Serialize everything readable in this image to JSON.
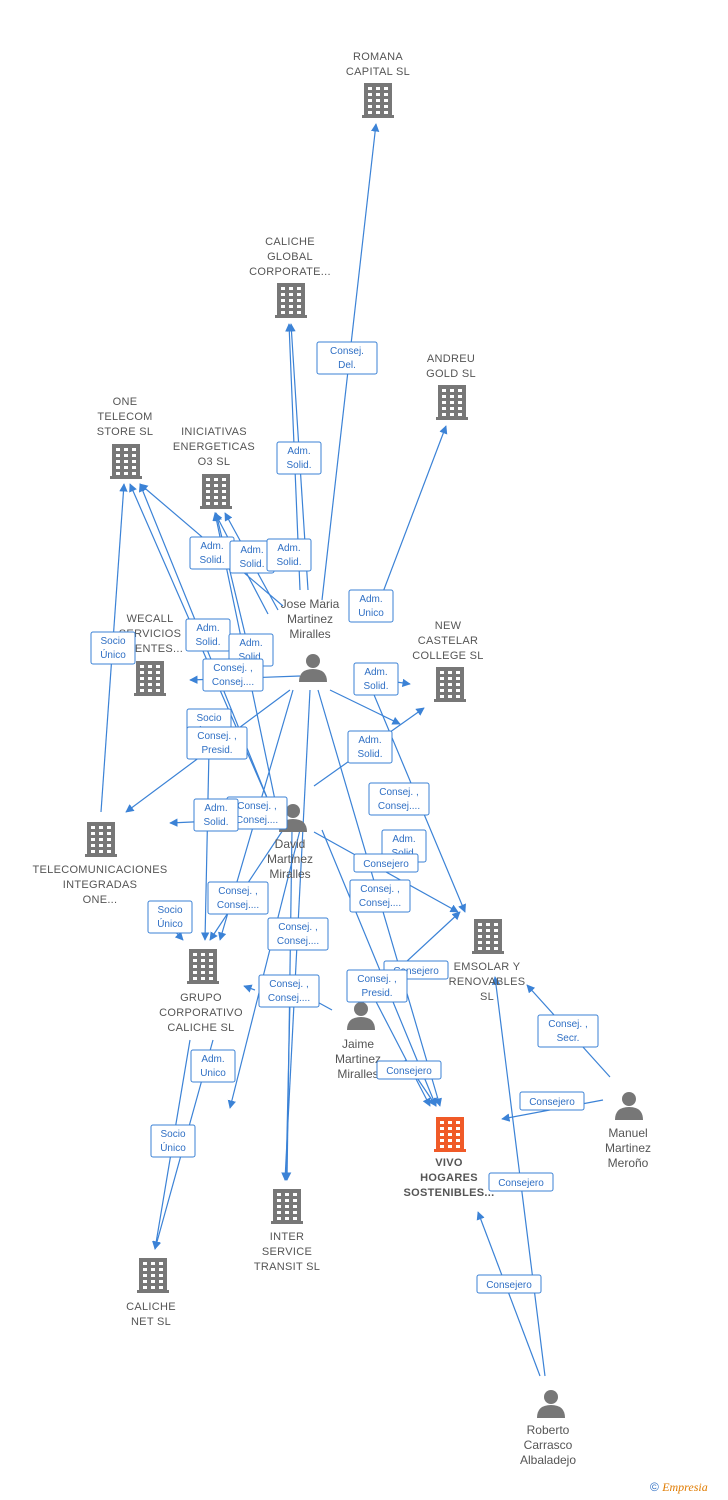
{
  "colors": {
    "edge": "#3b82d6",
    "company": "#777777",
    "highlight": "#f05a28",
    "person": "#777777"
  },
  "companies": [
    {
      "id": "romana",
      "lines": [
        "ROMANA",
        "CAPITAL  SL"
      ]
    },
    {
      "id": "caliche_global",
      "lines": [
        "CALICHE",
        "GLOBAL",
        "CORPORATE..."
      ]
    },
    {
      "id": "andreu",
      "lines": [
        "ANDREU",
        "GOLD SL"
      ]
    },
    {
      "id": "one_telecom",
      "lines": [
        "ONE",
        "TELECOM",
        "STORE  SL"
      ]
    },
    {
      "id": "iniciativas",
      "lines": [
        "INICIATIVAS",
        "ENERGETICAS",
        "O3  SL"
      ]
    },
    {
      "id": "wecall",
      "lines": [
        "WECALL",
        "SERVICIOS",
        "CLIENTES..."
      ]
    },
    {
      "id": "new_castelar",
      "lines": [
        "NEW",
        "CASTELAR",
        "COLLEGE  SL"
      ]
    },
    {
      "id": "telecom_integradas",
      "lines": [
        "TELECOMUNICACIONES",
        "INTEGRADAS",
        "ONE..."
      ]
    },
    {
      "id": "emsolar",
      "lines": [
        "EMSOLAR Y",
        "RENOVABLES",
        "SL"
      ]
    },
    {
      "id": "grupo_caliche",
      "lines": [
        "GRUPO",
        "CORPORATIVO",
        "CALICHE  SL"
      ]
    },
    {
      "id": "vivo",
      "lines": [
        "VIVO",
        "HOGARES",
        "SOSTENIBLES..."
      ],
      "highlight": true
    },
    {
      "id": "inter_service",
      "lines": [
        "INTER",
        "SERVICE",
        "TRANSIT SL"
      ]
    },
    {
      "id": "caliche_net",
      "lines": [
        "CALICHE",
        "NET SL"
      ]
    }
  ],
  "persons": [
    {
      "id": "jose",
      "lines": [
        "Jose Maria",
        "Martinez",
        "Miralles"
      ]
    },
    {
      "id": "david",
      "lines": [
        "David",
        "Martinez",
        "Miralles"
      ]
    },
    {
      "id": "jaime",
      "lines": [
        "Jaime",
        "Martinez",
        "Miralles"
      ]
    },
    {
      "id": "manuel",
      "lines": [
        "Manuel",
        "Martinez",
        "Meroño"
      ]
    },
    {
      "id": "roberto",
      "lines": [
        "Roberto",
        "Carrasco",
        "Albaladejo"
      ]
    }
  ],
  "edge_labels": [
    [
      "Consej.",
      "Del."
    ],
    [
      "Adm.",
      "Solid."
    ],
    [
      "Adm.",
      "Solid."
    ],
    [
      "Adm.",
      "Solid."
    ],
    [
      "Adm.",
      "Solid."
    ],
    [
      "Adm.",
      "Unico"
    ],
    [
      "Socio",
      "Único"
    ],
    [
      "Adm.",
      "Solid."
    ],
    [
      "Adm.",
      "Solid."
    ],
    [
      "Consej. ,",
      "Consej...."
    ],
    [
      "Adm.",
      "Solid."
    ],
    [
      "Socio",
      "Único"
    ],
    [
      "Consej. ,",
      "Presid."
    ],
    [
      "Adm.",
      "Solid."
    ],
    [
      "Consej. ,",
      "Consej...."
    ],
    [
      "Adm.",
      "Solid."
    ],
    [
      "Consej. ,",
      "Consej...."
    ],
    [
      "Adm.",
      "Solid."
    ],
    [
      "Consejero"
    ],
    [
      "Consej. ,",
      "Consej...."
    ],
    [
      "Socio",
      "Único"
    ],
    [
      "Consej. ,",
      "Consej...."
    ],
    [
      "Consej. ,",
      "Consej...."
    ],
    [
      "Consejero"
    ],
    [
      "Consej. ,",
      "Presid."
    ],
    [
      "Consej. ,",
      "Consej...."
    ],
    [
      "Consej. ,",
      "Secr."
    ],
    [
      "Adm.",
      "Unico"
    ],
    [
      "Consejero"
    ],
    [
      "Consejero"
    ],
    [
      "Socio",
      "Único"
    ],
    [
      "Consejero"
    ],
    [
      "Consejero"
    ]
  ],
  "footer": {
    "copyright_symbol": "©",
    "brand": "Empresia"
  }
}
